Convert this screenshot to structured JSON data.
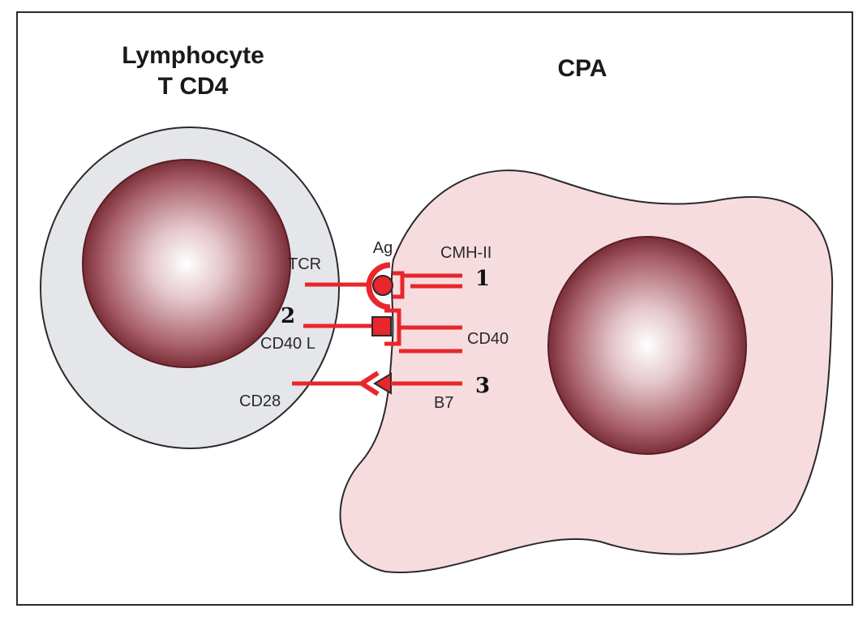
{
  "titles": {
    "lymphocyte_line1": "Lymphocyte",
    "lymphocyte_line2": "T CD4",
    "cpa": "CPA"
  },
  "labels": {
    "tcr": "TCR",
    "ag": "Ag",
    "cmh2": "CMH-II",
    "cd40l": "CD40 L",
    "cd40": "CD40",
    "cd28": "CD28",
    "b7": "B7"
  },
  "numbers": {
    "one": "1",
    "two": "2",
    "three": "3"
  },
  "colors": {
    "frame": "#2a2a2a",
    "lymphocyte_cytoplasm": "#e4e6ea",
    "cpa_cytoplasm": "#f6dcdf",
    "nucleus_dark": "#7a2e37",
    "nucleus_light": "#ffffff",
    "receptor": "#e8262b"
  }
}
